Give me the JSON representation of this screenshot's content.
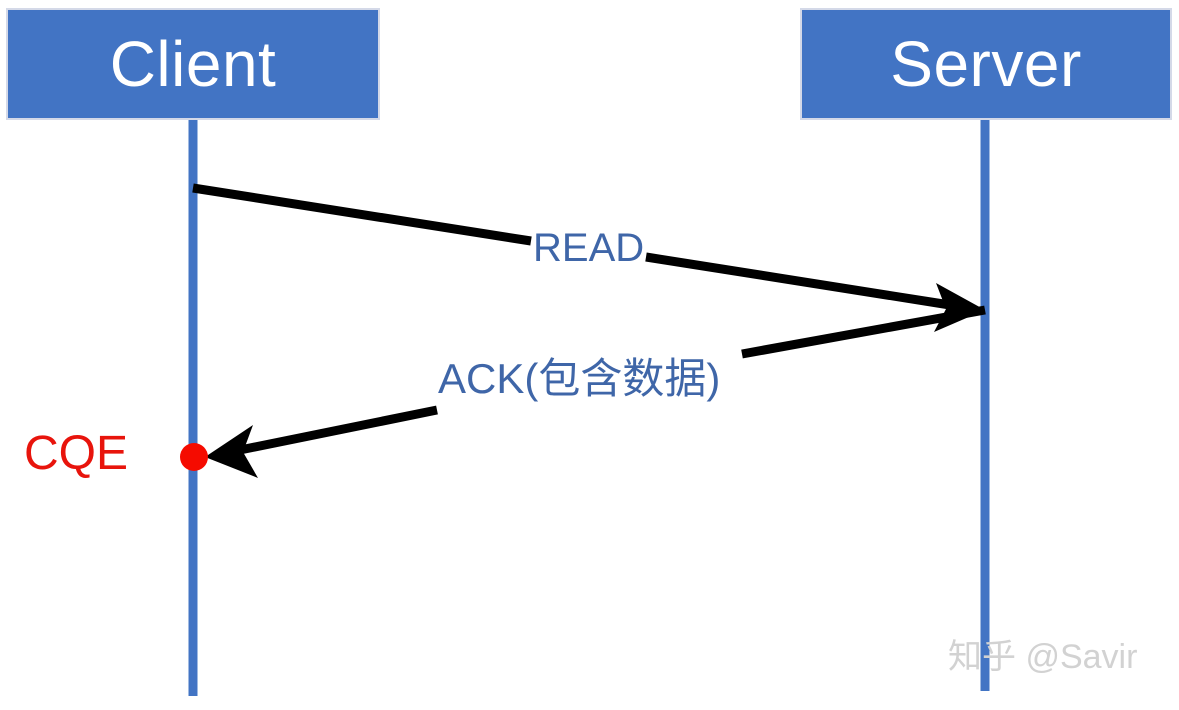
{
  "diagram": {
    "type": "sequence-diagram",
    "background_color": "#ffffff",
    "participants": [
      {
        "id": "client",
        "label": "Client",
        "box_color": "#4274c4",
        "label_color": "#ffffff",
        "lifeline_color": "#4274c4"
      },
      {
        "id": "server",
        "label": "Server",
        "box_color": "#4274c4",
        "label_color": "#ffffff",
        "lifeline_color": "#4274c4"
      }
    ],
    "messages": [
      {
        "id": "read",
        "label": "READ",
        "from": "client",
        "to": "server",
        "label_color": "#3f66a8",
        "arrow_color": "#000000"
      },
      {
        "id": "ack",
        "label": "ACK(包含数据)",
        "from": "server",
        "to": "client",
        "label_color": "#3f66a8",
        "arrow_color": "#000000"
      }
    ],
    "annotations": [
      {
        "id": "cqe",
        "label": "CQE",
        "color": "#e8140c",
        "marker": "red-dot",
        "marker_color": "#f50b00"
      }
    ],
    "watermark": {
      "text": "知乎 @Savir",
      "color": "#d2d2d2"
    }
  }
}
